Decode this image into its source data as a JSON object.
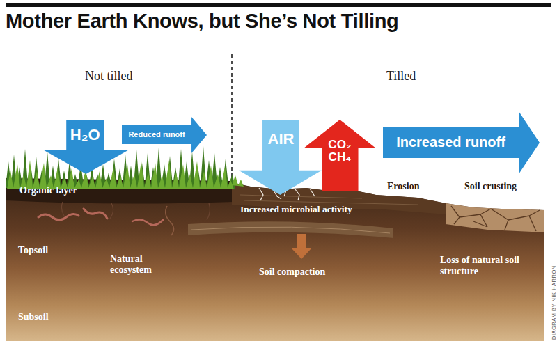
{
  "diagram": {
    "title": "Mother Earth Knows, but She’s Not Tilling",
    "nodes": [
      {
        "text": [
          "H₂O"
        ]
      },
      {
        "text": [
          "Reduced runoff"
        ]
      },
      {
        "text": [
          "AIR"
        ]
      },
      {
        "text": [
          "CO₂ CH₄"
        ]
      },
      {
        "text": [
          "Increased runoff"
        ]
      }
    ],
    "labels": [
      "Not tilled",
      "Tilled",
      "Organic layer",
      "Topsoil",
      "Natural ecosystem",
      "Subsoil",
      "Increased microbial activity",
      "Erosion",
      "Soil crusting",
      "Soil compaction",
      "Loss of natural soil structure",
      "DIAGRAM BY NIK HARRON"
    ]
  }
}
